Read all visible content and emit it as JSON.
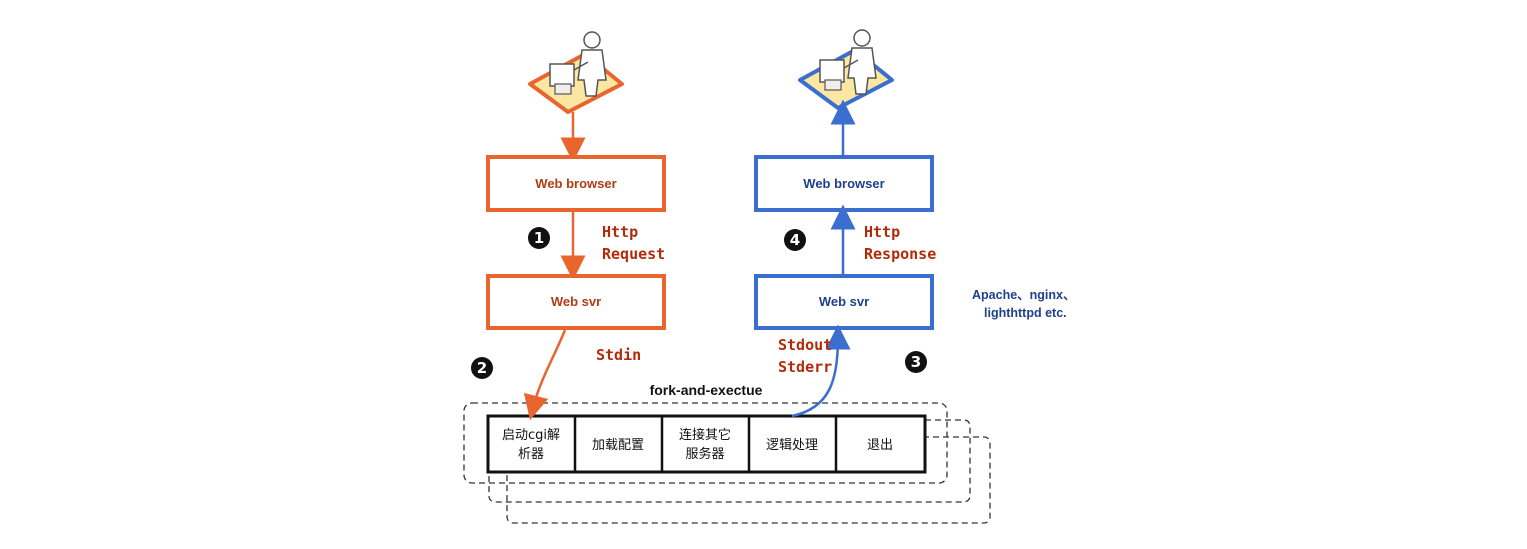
{
  "left_flow": {
    "browser_label": "Web browser",
    "server_label": "Web svr",
    "request_label_line1": "Http",
    "request_label_line2": "Request",
    "stdin_label": "Stdin",
    "color": "#e8652e"
  },
  "right_flow": {
    "browser_label": "Web browser",
    "server_label": "Web svr",
    "response_label_line1": "Http",
    "response_label_line2": "Response",
    "stdout_label": "Stdout",
    "stderr_label": "Stderr",
    "color": "#3a6fd0"
  },
  "server_note": {
    "line1": "Apache、nginx、",
    "line2": "lighthttpd etc."
  },
  "steps": [
    "1",
    "2",
    "3",
    "4"
  ],
  "fork_label": "fork-and-exectue",
  "process_steps": [
    {
      "line1": "启动cgi解",
      "line2": "析器"
    },
    {
      "line1": "加载配置",
      "line2": ""
    },
    {
      "line1": "连接其它",
      "line2": "服务器"
    },
    {
      "line1": "逻辑处理",
      "line2": ""
    },
    {
      "line1": "退出",
      "line2": ""
    }
  ],
  "icons": [
    "user-at-computer-icon-orange",
    "user-at-computer-icon-blue"
  ]
}
